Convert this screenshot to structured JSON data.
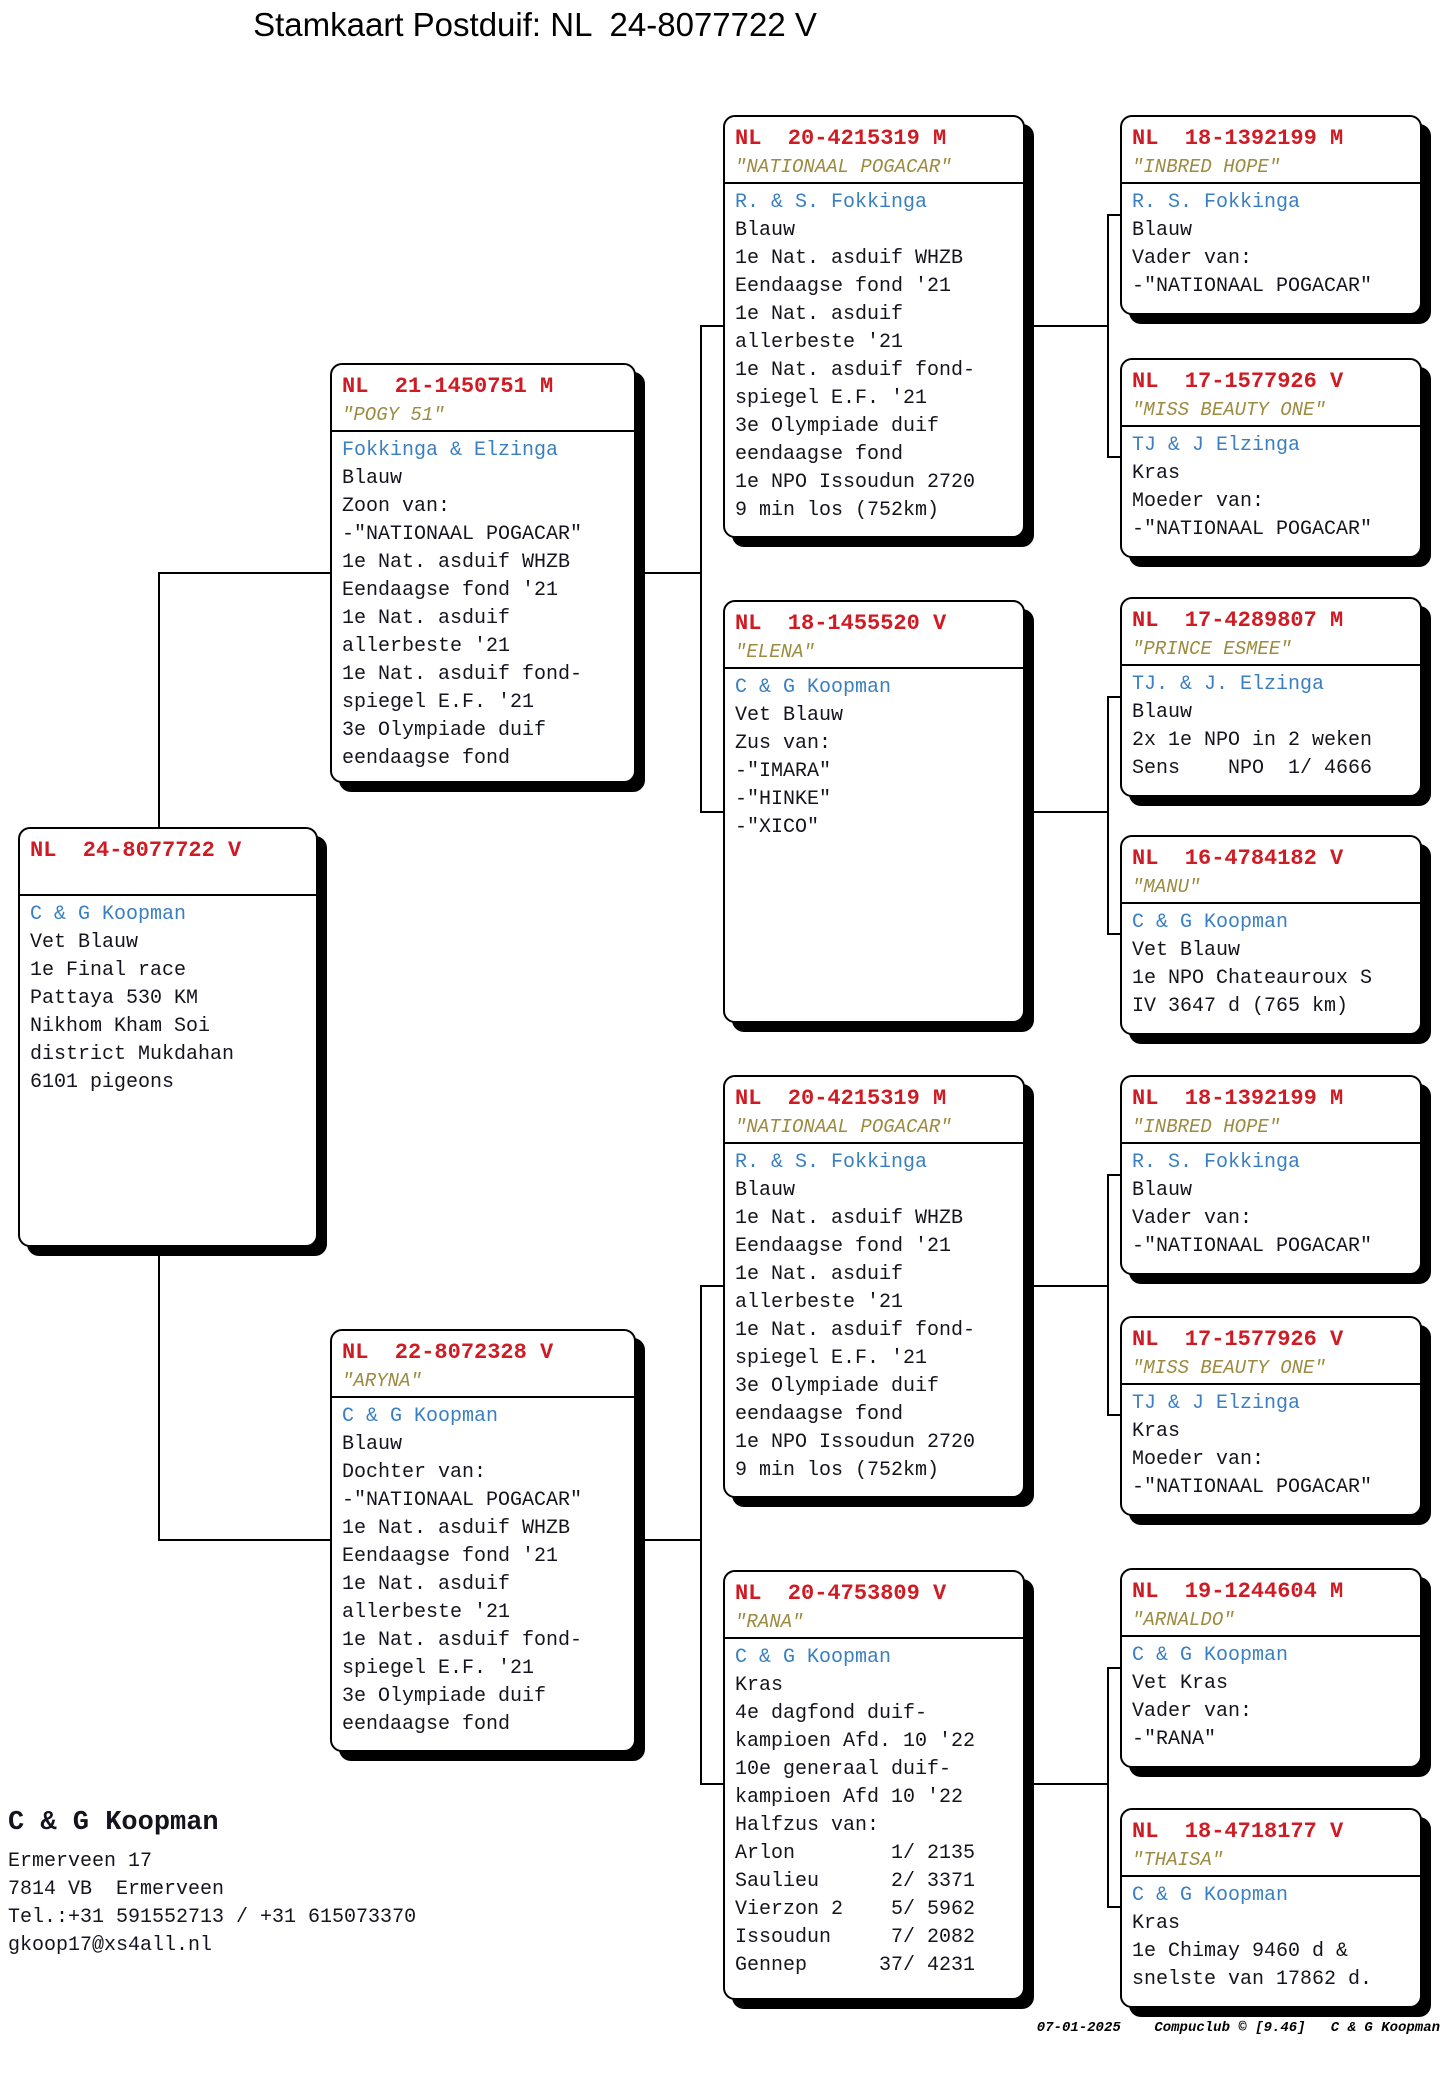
{
  "title": "Stamkaart Postduif: NL  24-8077722 V",
  "colors": {
    "ring_red": "#cf1b24",
    "name_olive": "#9c8b40",
    "fancier_blue": "#3a7fc1",
    "line_black": "#000000"
  },
  "boxes": {
    "subject": {
      "ring": "NL  24-8077722 V",
      "name": "",
      "fancier": "C & G Koopman",
      "lines": [
        "Vet Blauw",
        "1e Final race",
        "Pattaya 530 KM",
        "Nikhom Kham Soi",
        "district Mukdahan",
        "6101 pigeons"
      ]
    },
    "sire": {
      "ring": "NL  21-1450751 M",
      "name": "\"POGY 51\"",
      "fancier": "Fokkinga & Elzinga",
      "lines": [
        "Blauw",
        "Zoon van:",
        "-\"NATIONAAL POGACAR\"",
        "1e Nat. asduif WHZB",
        "Eendaagse fond '21",
        "1e Nat. asduif",
        "allerbeste '21",
        "1e Nat. asduif fond-",
        "spiegel E.F. '21",
        "3e Olympiade duif",
        "eendaagse fond"
      ]
    },
    "dam": {
      "ring": "NL  22-8072328 V",
      "name": "\"ARYNA\"",
      "fancier": "C & G Koopman",
      "lines": [
        "Blauw",
        "Dochter van:",
        "-\"NATIONAAL POGACAR\"",
        "1e Nat. asduif WHZB",
        "Eendaagse fond '21",
        "1e Nat. asduif",
        "allerbeste '21",
        "1e Nat. asduif fond-",
        "spiegel E.F. '21",
        "3e Olympiade duif",
        "eendaagse fond"
      ]
    },
    "sire_sire": {
      "ring": "NL  20-4215319 M",
      "name": "\"NATIONAAL POGACAR\"",
      "fancier": "R. & S. Fokkinga",
      "lines": [
        "Blauw",
        "1e Nat. asduif WHZB",
        "Eendaagse fond '21",
        "1e Nat. asduif",
        "allerbeste '21",
        "1e Nat. asduif fond-",
        "spiegel E.F. '21",
        "3e Olympiade duif",
        "eendaagse fond",
        "1e NPO Issoudun 2720",
        "9 min los (752km)"
      ]
    },
    "sire_dam": {
      "ring": "NL  18-1455520 V",
      "name": "\"ELENA\"",
      "fancier": "C & G Koopman",
      "lines": [
        "Vet Blauw",
        "Zus van:",
        "-\"IMARA\"",
        "-\"HINKE\"",
        "-\"XICO\""
      ]
    },
    "dam_sire": {
      "ring": "NL  20-4215319 M",
      "name": "\"NATIONAAL POGACAR\"",
      "fancier": "R. & S. Fokkinga",
      "lines": [
        "Blauw",
        "1e Nat. asduif WHZB",
        "Eendaagse fond '21",
        "1e Nat. asduif",
        "allerbeste '21",
        "1e Nat. asduif fond-",
        "spiegel E.F. '21",
        "3e Olympiade duif",
        "eendaagse fond",
        "1e NPO Issoudun 2720",
        "9 min los (752km)"
      ]
    },
    "dam_dam": {
      "ring": "NL  20-4753809 V",
      "name": "\"RANA\"",
      "fancier": "C & G Koopman",
      "lines": [
        "Kras",
        "4e dagfond duif-",
        "kampioen Afd. 10 '22",
        "10e generaal duif-",
        "kampioen Afd 10 '22",
        "Halfzus van:",
        "Arlon        1/ 2135",
        "Saulieu      2/ 3371",
        "Vierzon 2    5/ 5962",
        "Issoudun     7/ 2082",
        "Gennep      37/ 4231"
      ]
    },
    "sire_sire_sire": {
      "ring": "NL  18-1392199 M",
      "name": "\"INBRED HOPE\"",
      "fancier": "R. S. Fokkinga",
      "lines": [
        "Blauw",
        "Vader van:",
        "-\"NATIONAAL POGACAR\""
      ]
    },
    "sire_sire_dam": {
      "ring": "NL  17-1577926 V",
      "name": "\"MISS BEAUTY ONE\"",
      "fancier": "TJ & J Elzinga",
      "lines": [
        "Kras",
        "Moeder van:",
        "-\"NATIONAAL POGACAR\""
      ]
    },
    "sire_dam_sire": {
      "ring": "NL  17-4289807 M",
      "name": "\"PRINCE ESMEE\"",
      "fancier": "TJ. & J. Elzinga",
      "lines": [
        "Blauw",
        "2x 1e NPO in 2 weken",
        "Sens    NPO  1/ 4666"
      ]
    },
    "sire_dam_dam": {
      "ring": "NL  16-4784182 V",
      "name": "\"MANU\"",
      "fancier": "C & G Koopman",
      "lines": [
        "Vet Blauw",
        "1e NPO Chateauroux S",
        "IV 3647 d (765 km)"
      ]
    },
    "dam_sire_sire": {
      "ring": "NL  18-1392199 M",
      "name": "\"INBRED HOPE\"",
      "fancier": "R. S. Fokkinga",
      "lines": [
        "Blauw",
        "Vader van:",
        "-\"NATIONAAL POGACAR\""
      ]
    },
    "dam_sire_dam": {
      "ring": "NL  17-1577926 V",
      "name": "\"MISS BEAUTY ONE\"",
      "fancier": "TJ & J Elzinga",
      "lines": [
        "Kras",
        "Moeder van:",
        "-\"NATIONAAL POGACAR\""
      ]
    },
    "dam_dam_sire": {
      "ring": "NL  19-1244604 M",
      "name": "\"ARNALDO\"",
      "fancier": "C & G Koopman",
      "lines": [
        "Vet Kras",
        "Vader van:",
        "-\"RANA\""
      ]
    },
    "dam_dam_dam": {
      "ring": "NL  18-4718177 V",
      "name": "\"THAISA\"",
      "fancier": "C & G Koopman",
      "lines": [
        "Kras",
        "1e Chimay 9460 d &",
        "snelste van 17862 d."
      ]
    }
  },
  "footer": {
    "owner": "C & G Koopman",
    "address": [
      "Ermerveen 17",
      "7814 VB  Ermerveen",
      "Tel.:+31 591552713 / +31 615073370",
      "gkoop17@xs4all.nl"
    ],
    "credit": "07-01-2025    Compuclub © [9.46]   C & G Koopman"
  }
}
